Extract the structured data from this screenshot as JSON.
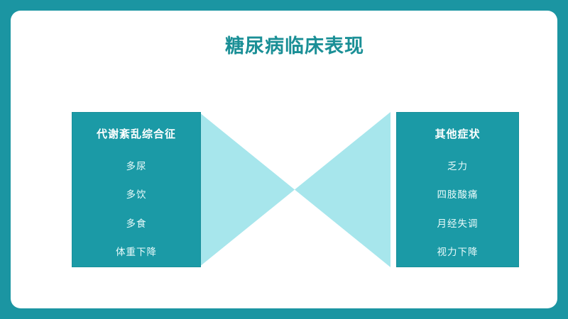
{
  "slide": {
    "title": "糖尿病临床表现",
    "background_color": "#1b95a2",
    "canvas_color": "#ffffff",
    "title_color": "#1a8f96",
    "panel_color": "#1b9aa6",
    "wedge_color": "#a7e6ec"
  },
  "left_panel": {
    "header": "代谢紊乱综合征",
    "items": [
      {
        "label": "多尿"
      },
      {
        "label": "多饮"
      },
      {
        "label": "多食"
      },
      {
        "label": "体重下降"
      }
    ]
  },
  "right_panel": {
    "header": "其他症状",
    "items": [
      {
        "label": "乏力"
      },
      {
        "label": "四肢酸痛"
      },
      {
        "label": "月经失调"
      },
      {
        "label": "视力下降"
      }
    ]
  },
  "graphic": {
    "name": "bowtie-connector"
  }
}
